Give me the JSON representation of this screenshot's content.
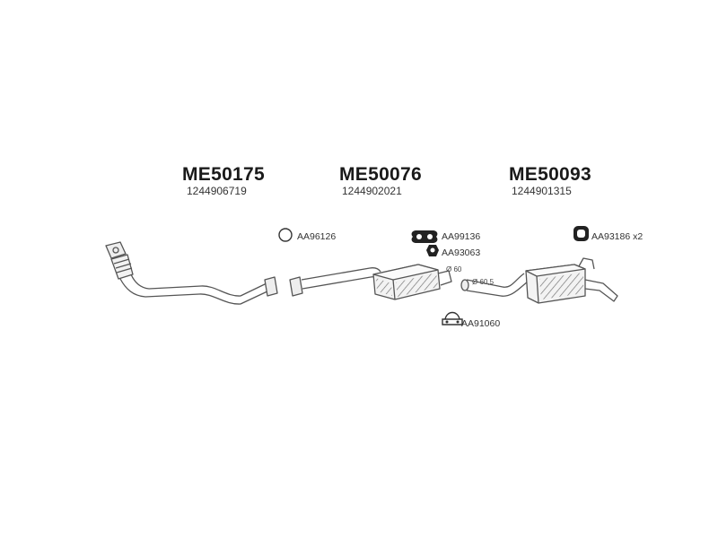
{
  "sections": [
    {
      "part_number": "ME50175",
      "oem_number": "1244906719"
    },
    {
      "part_number": "ME50076",
      "oem_number": "1244902021"
    },
    {
      "part_number": "ME50093",
      "oem_number": "1244901315"
    }
  ],
  "accessories": [
    {
      "code": "AA96126",
      "icon": "ring-gasket-icon"
    },
    {
      "code": "AA99136",
      "icon": "figure-eight-gasket-icon"
    },
    {
      "code": "AA93063",
      "icon": "rubber-mount-icon"
    },
    {
      "code": "AA91060",
      "icon": "u-clamp-icon"
    },
    {
      "code": "AA93186",
      "quantity": "x2",
      "icon": "rubber-hanger-icon"
    }
  ],
  "dimensions": [
    {
      "label": "Ø 60"
    },
    {
      "label": "Ø 60,5"
    }
  ],
  "colors": {
    "line": "#555555",
    "text": "#1a1a1a"
  }
}
